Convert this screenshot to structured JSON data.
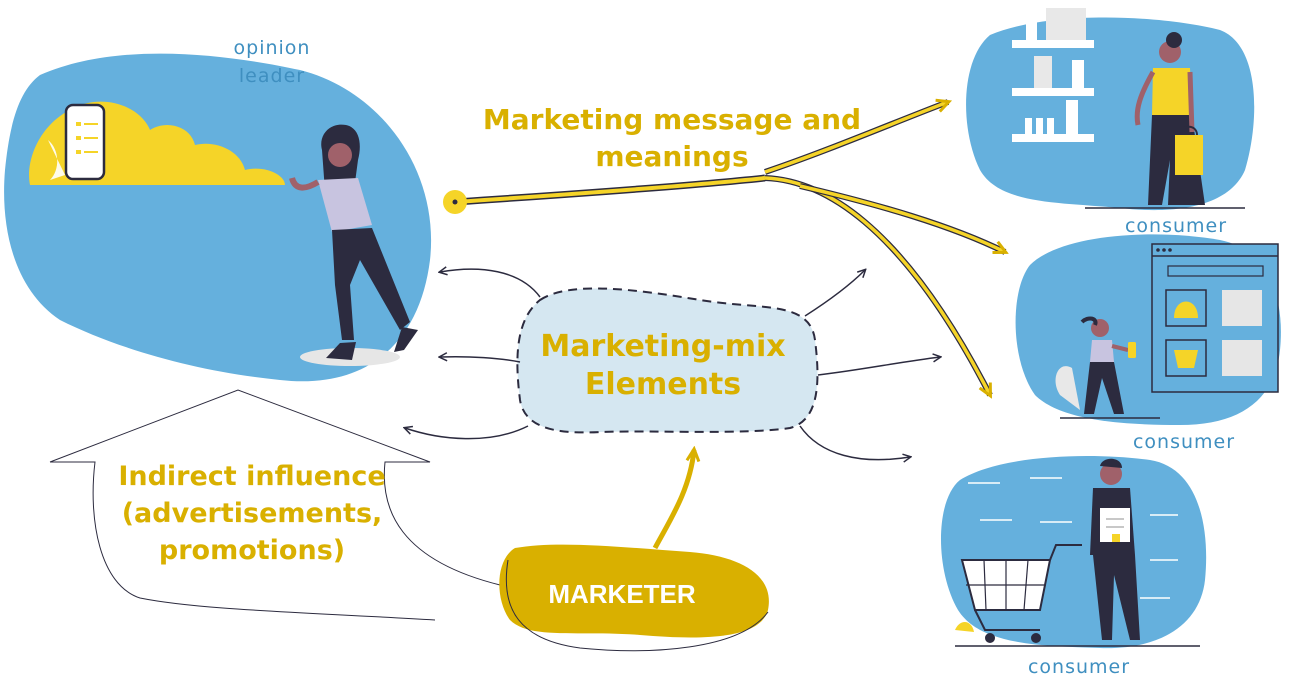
{
  "colors": {
    "blob_blue": "#65b0dd",
    "gold": "#d9b000",
    "yellow": "#f5d428",
    "light_blue": "#d5e7f1",
    "dark": "#2c2b3f",
    "text_blue": "#3f8fc0"
  },
  "labels": {
    "opinion_leader_1": "opinion",
    "opinion_leader_2": "leader",
    "message_1": "Marketing message and",
    "message_2": "meanings",
    "mix_1": "Marketing-mix",
    "mix_2": "Elements",
    "indirect_1": "Indirect influence",
    "indirect_2": "(advertisements,",
    "indirect_3": "promotions)",
    "marketer": "MARKETER",
    "consumer_1": "consumer",
    "consumer_2": "consumer",
    "consumer_3": "consumer"
  },
  "icons": [
    "phone-icon",
    "shelf-icon",
    "shopping-bag-icon",
    "browser-window-icon",
    "shopping-cart-icon",
    "receipt-icon"
  ]
}
